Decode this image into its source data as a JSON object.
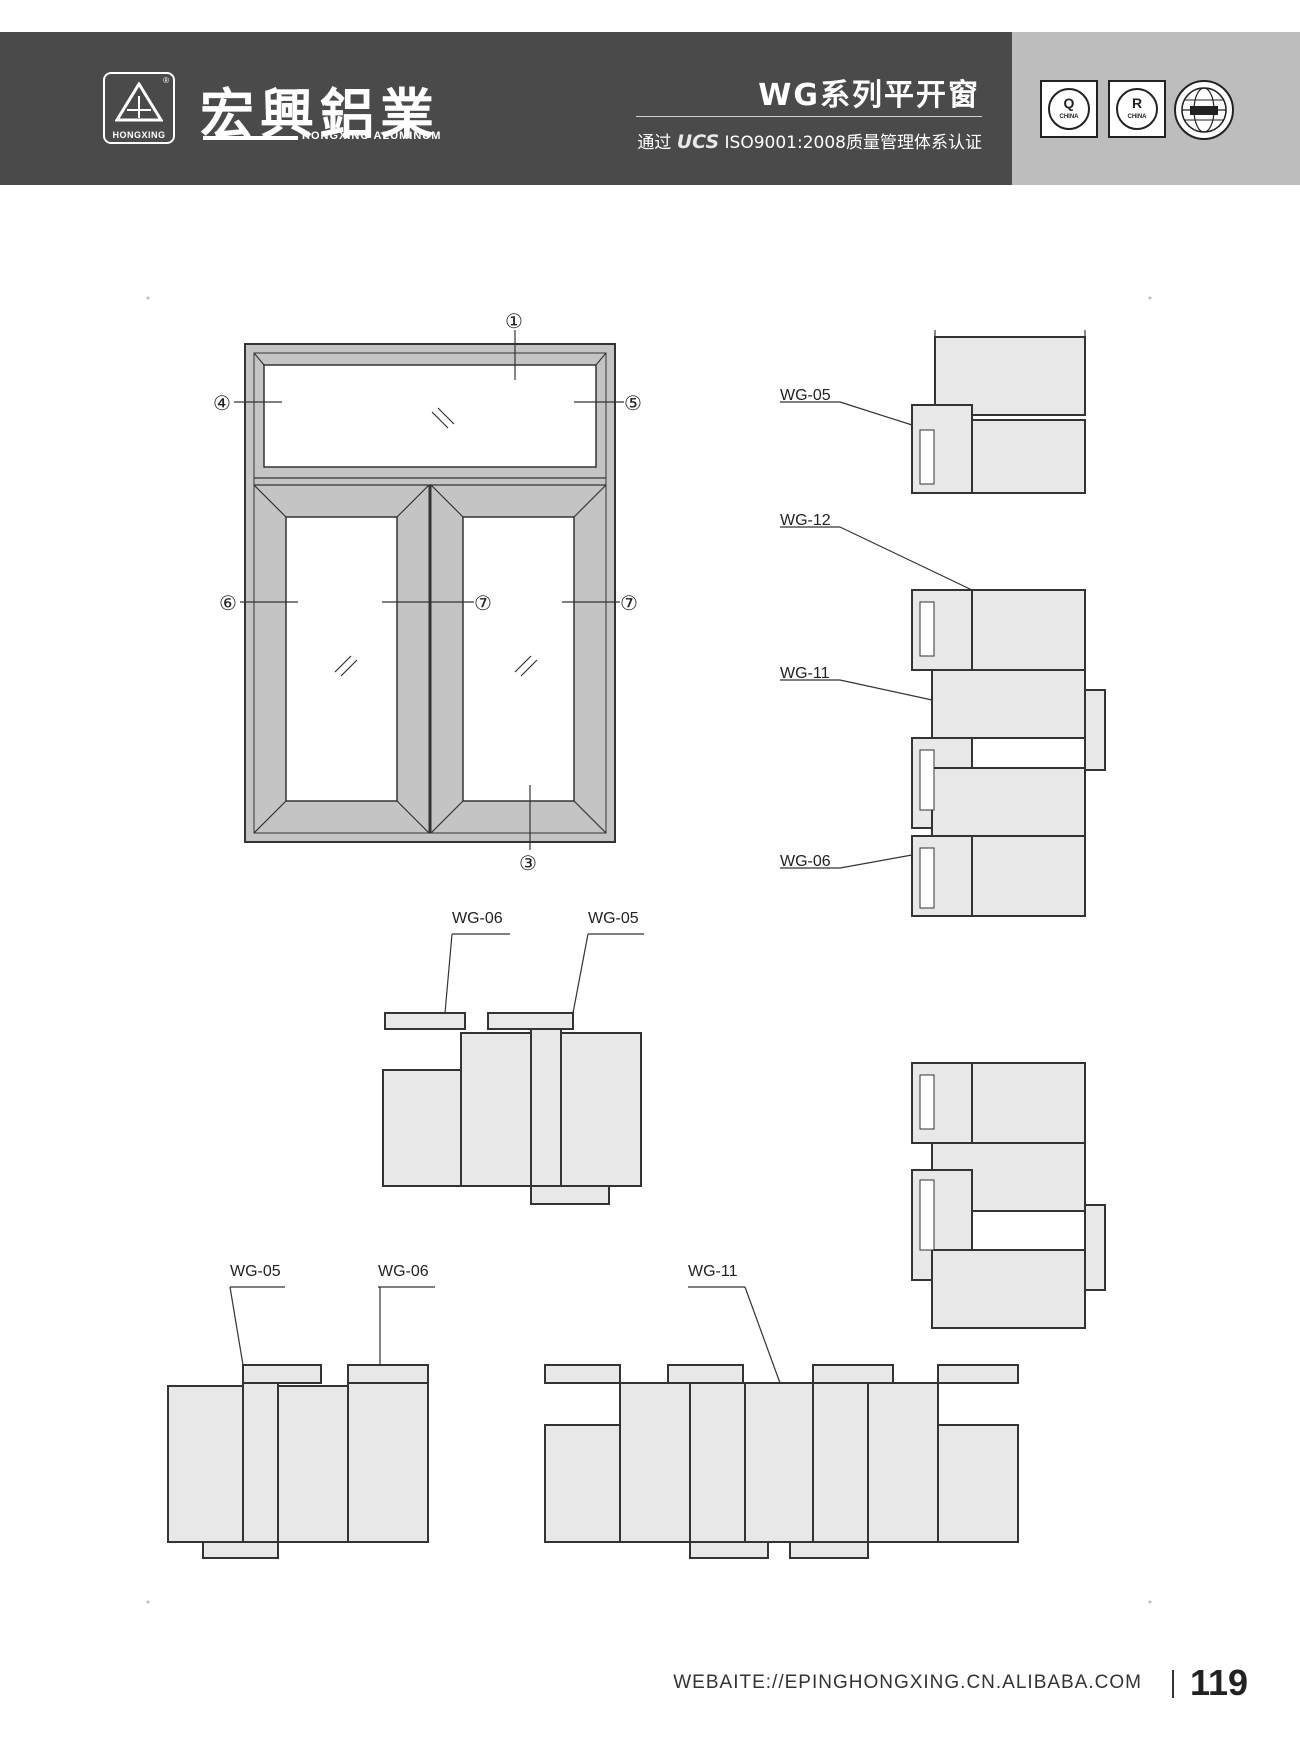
{
  "header": {
    "brand_cn": "宏興鋁業",
    "brand_en": "HONGXING ALUMINUM",
    "logo_sub": "HONGXING",
    "logo_reg": "®",
    "series_title": "WG系列平开窗",
    "cert_prefix": "通过",
    "cert_ucs": "UCS",
    "cert_suffix": "ISO9001:2008质量管理体系认证",
    "badges": [
      {
        "letter": "Q",
        "caption": "CHINA"
      },
      {
        "letter": "R",
        "caption": "CHINA"
      }
    ]
  },
  "elevation": {
    "markers": [
      "①",
      "④",
      "⑤",
      "⑥",
      "⑦",
      "⑦",
      "③"
    ]
  },
  "sections": {
    "right_stack": {
      "labels": [
        "WG-05",
        "WG-12",
        "WG-11",
        "WG-06"
      ]
    },
    "middle_pair": {
      "labels": [
        "WG-06",
        "WG-05"
      ]
    },
    "bottom_left": {
      "labels": [
        "WG-05",
        "WG-06"
      ]
    },
    "bottom_right": {
      "labels": [
        "WG-11"
      ]
    }
  },
  "footer": {
    "url": "WEBAITE://EPINGHONGXING.CN.ALIBABA.COM",
    "page_number": "119"
  },
  "colors": {
    "header_dark": "#4a4a4a",
    "header_light": "#bdbdbd",
    "frame_fill": "#c4c4c4",
    "line": "#333333"
  }
}
